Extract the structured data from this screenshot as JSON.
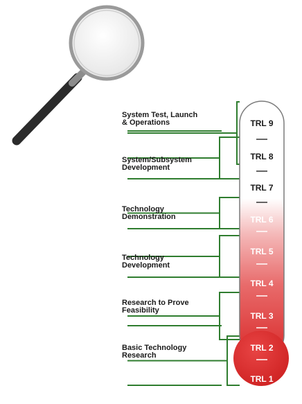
{
  "colors": {
    "bracket": "#2f7d2f",
    "tube_top": "#ffffff",
    "tube_bottom": "#d92b2b",
    "bulb": "#d72a2a",
    "tube_outline": "#7a7a7a",
    "dark_text": "#1a1a1a",
    "light_text": "#ffffff"
  },
  "icons": {
    "magnifier": "magnifying-glass-icon"
  },
  "stages": [
    {
      "label": "System Test, Launch\n& Operations"
    },
    {
      "label": "System/Subsystem\nDevelopment"
    },
    {
      "label": "Technology\nDemonstration"
    },
    {
      "label": "Technology\nDevelopment"
    },
    {
      "label": "Research to Prove\nFeasibility"
    },
    {
      "label": "Basic Technology\nResearch"
    }
  ],
  "levels": [
    {
      "label": "TRL 9"
    },
    {
      "label": "TRL 8"
    },
    {
      "label": "TRL 7"
    },
    {
      "label": "TRL 6"
    },
    {
      "label": "TRL 5"
    },
    {
      "label": "TRL 4"
    },
    {
      "label": "TRL 3"
    },
    {
      "label": "TRL 2"
    },
    {
      "label": "TRL 1"
    }
  ]
}
